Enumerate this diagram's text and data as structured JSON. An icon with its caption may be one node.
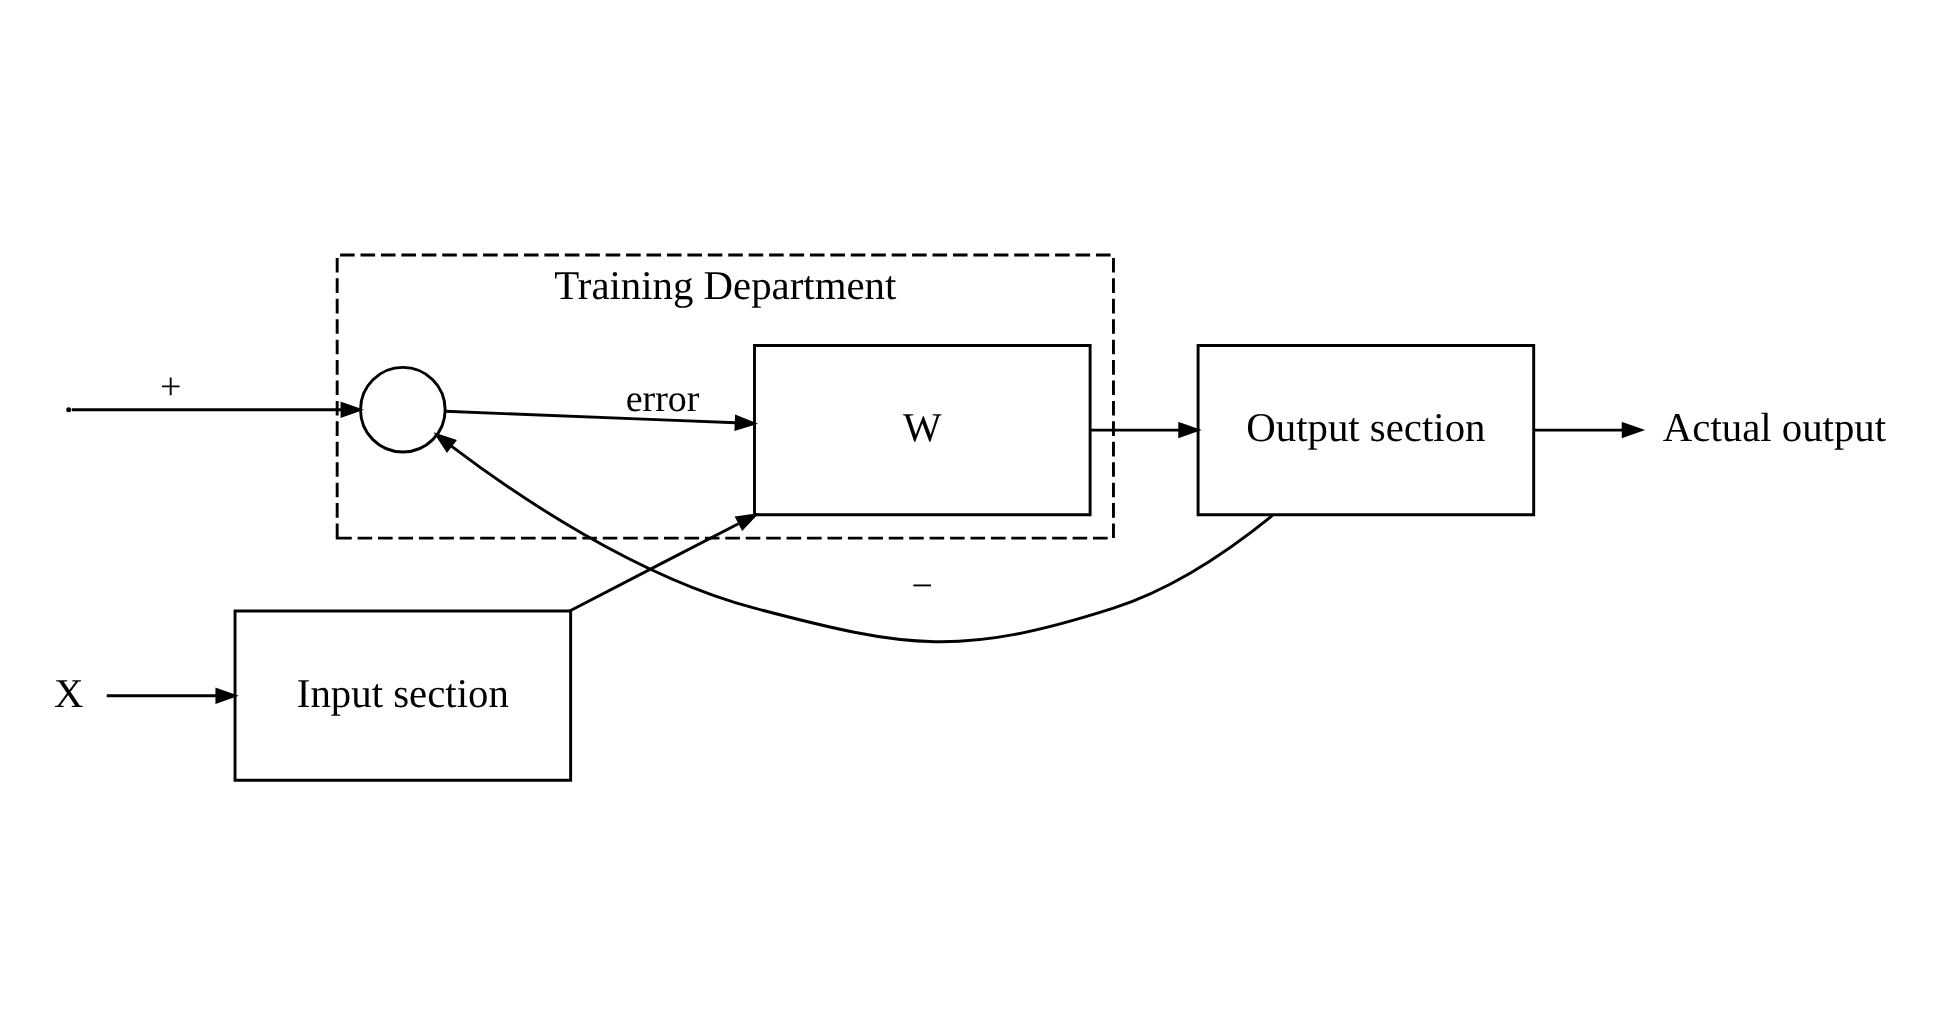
{
  "diagram": {
    "nodes": [
      {
        "text": [
          "Training Department"
        ]
      },
      {
        "text": [
          "X"
        ]
      },
      {
        "text": [
          "Input section"
        ]
      },
      {
        "text": [
          "W"
        ],
        "in": 0
      },
      {
        "text": [
          "Output section"
        ]
      },
      {
        "text": [
          "Actual output"
        ]
      },
      {
        "text": [],
        "shape": "circle",
        "in": 0
      }
    ],
    "edges": [
      {
        "from": 1,
        "to": 2,
        "arrow": "to"
      },
      {
        "from": 2,
        "to": 3,
        "arrow": "to"
      },
      {
        "from": 3,
        "to": 4,
        "arrow": "to"
      },
      {
        "from": 4,
        "to": 5,
        "arrow": "to"
      },
      {
        "from": 6,
        "to": 3,
        "arrow": "to",
        "label": "error"
      },
      {
        "from": 4,
        "to": 6,
        "arrow": "to",
        "label": "−"
      },
      {
        "from": null,
        "to": 6,
        "arrow": "to",
        "label": "+"
      }
    ]
  }
}
